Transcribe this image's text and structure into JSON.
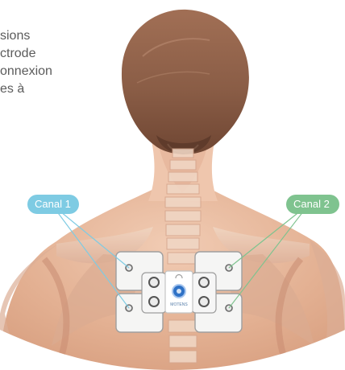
{
  "caption": {
    "lines": [
      "sions",
      "ctrode",
      "onnexion",
      "es à"
    ]
  },
  "labels": {
    "channel_1": "Canal 1",
    "channel_2": "Canal 2",
    "device_brand": "MOTENS"
  },
  "colors": {
    "channel_1": "#7ecbe3",
    "channel_2": "#7fc38f",
    "skin": "#e7b79d",
    "hair": "#8c6048",
    "text": "#5b5b5b"
  },
  "icons": {
    "device_button": "circle-button-icon"
  }
}
